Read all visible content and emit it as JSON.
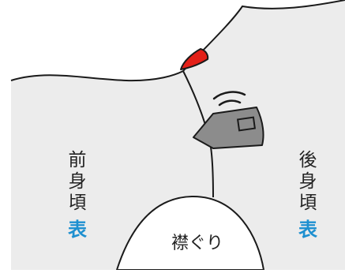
{
  "diagram": {
    "front_body": {
      "chars": [
        "前",
        "身",
        "頃"
      ],
      "face": "表"
    },
    "back_body": {
      "chars": [
        "後",
        "身",
        "頃"
      ],
      "face": "表"
    },
    "neckline_label": "襟ぐり",
    "colors": {
      "fabric": "#ececec",
      "outline": "#1a1a1a",
      "face_text": "#1e90d0",
      "marker_red": "#e32018",
      "iron_gray": "#8c8c8c"
    },
    "icons": {
      "pin": "red-marker-icon",
      "iron": "iron-tag-icon",
      "signal": "signal-waves-icon"
    }
  }
}
